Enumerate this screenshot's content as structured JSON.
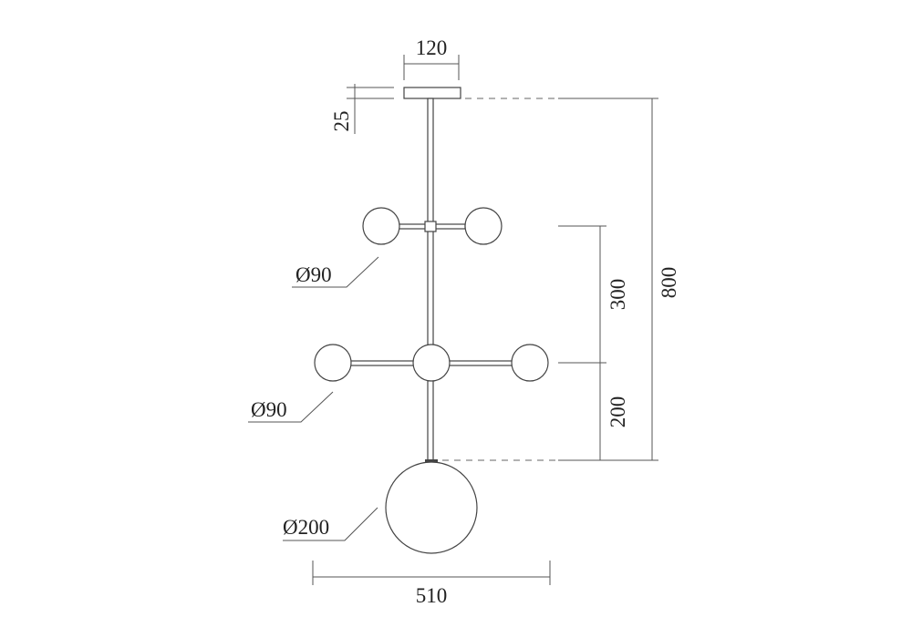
{
  "drawing": {
    "canopy_width": "120",
    "canopy_height": "25",
    "total_height": "800",
    "upper_tier_spacing": "300",
    "lower_tier_spacing": "200",
    "small_globe_upper": "Ø90",
    "small_globe_middle": "Ø90",
    "large_globe": "Ø200",
    "total_width": "510"
  }
}
